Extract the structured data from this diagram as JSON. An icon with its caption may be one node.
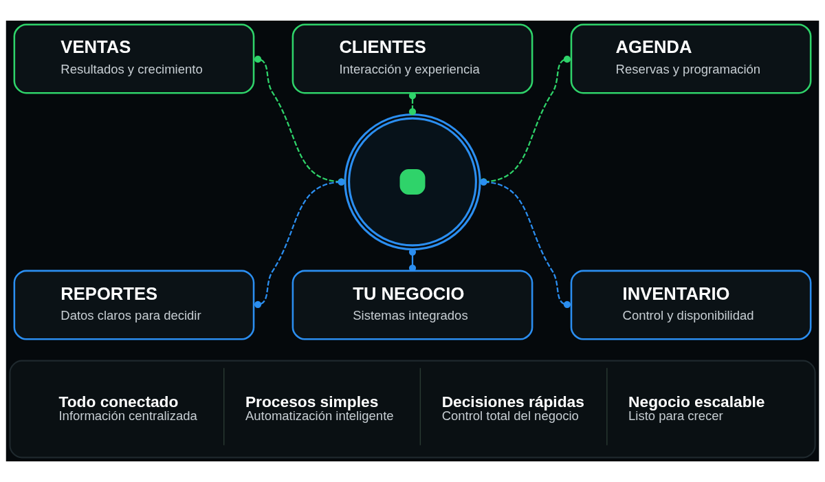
{
  "diagram": {
    "nodes": [
      {
        "text": [
          "CLIENTES",
          "Interacción y experiencia"
        ]
      },
      {
        "text": [
          "VENTAS",
          "Resultados y crecimiento"
        ]
      },
      {
        "text": [
          "AGENDA",
          "Reservas y programación"
        ]
      },
      {
        "text": [],
        "shape": "circle"
      },
      {
        "text": [
          "REPORTES",
          "Datos claros para decidir"
        ]
      },
      {
        "text": [
          "INVENTARIO",
          "Control y disponibilidad"
        ]
      },
      {
        "text": [
          "TU NEGOCIO",
          "Sistemas integrados"
        ]
      },
      {
        "text": [
          "Todo conectado",
          "Información centralizada",
          "Procesos simples",
          "Automatización inteligente",
          "Decisiones rápidas",
          "Control total del negocio",
          "Negocio escalable",
          "Listo para crecer"
        ]
      }
    ],
    "edges": [
      {
        "from": 0,
        "to": 3,
        "arrow": "other",
        "style": "dashed",
        "color": "#2fd36a"
      },
      {
        "from": 1,
        "to": 3,
        "arrow": "other",
        "style": "dashed",
        "color": "#2fd36a"
      },
      {
        "from": 2,
        "to": 3,
        "arrow": "other",
        "style": "dashed",
        "color": "#2fd36a"
      },
      {
        "from": 4,
        "to": 3,
        "arrow": "other",
        "style": "dashed",
        "color": "#2b8ef0"
      },
      {
        "from": 5,
        "to": 3,
        "arrow": "other",
        "style": "dashed",
        "color": "#2b8ef0"
      },
      {
        "from": 3,
        "to": 6,
        "arrow": "other",
        "color": "#2b8ef0"
      }
    ]
  }
}
